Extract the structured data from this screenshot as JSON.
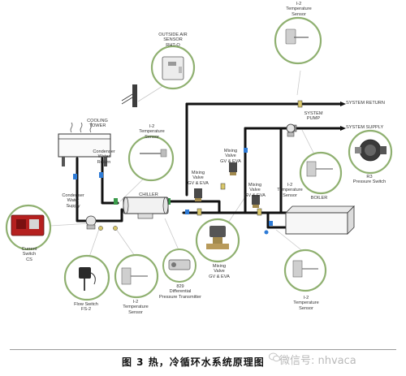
{
  "labels": {
    "top_temp": [
      "I-2",
      "Temperature",
      "Sensor"
    ],
    "outside_air": [
      "OUTSIDE AIR",
      "SENSOR",
      "RHT-O"
    ],
    "cooling_tower": [
      "COOLING",
      "TOWER"
    ],
    "condenser_return": [
      "Condenser",
      "Water",
      "Return"
    ],
    "temp_sensor_upper": [
      "I-2",
      "Temperature",
      "Sensor"
    ],
    "system_return": "SYSTEM RETURN",
    "system_pump": [
      "SYSTEM",
      "PUMP"
    ],
    "system_supply": "SYSTEM SUPPLY",
    "mixing_valve_top": [
      "Mixing",
      "Valve",
      "GV & EVA"
    ],
    "mixing_valve_left": [
      "Mixing",
      "Valve",
      "GV & EVA"
    ],
    "mixing_valve_right": [
      "Mixing",
      "Valve",
      "GV & EVA"
    ],
    "chiller": "CHILLER",
    "temp_sensor_right": [
      "I-2",
      "Temperature",
      "Sensor"
    ],
    "boiler": "BOILER",
    "pressure_switch": [
      "R3",
      "Pressure Switch"
    ],
    "condenser_supply": [
      "Condenser",
      "Water",
      "Supply"
    ],
    "current_switch": [
      "Current",
      "Switch",
      "CS"
    ],
    "flow_switch": [
      "Flow Switch",
      "FS-2"
    ],
    "temp_sensor_bottom_left": [
      "I-2",
      "Temperature",
      "Sensor"
    ],
    "diff_pressure": [
      "829",
      "Differential",
      "Pressure Transmitter"
    ],
    "mixing_valve_bottom": [
      "Mixing",
      "Valve",
      "GV & EVA"
    ],
    "temp_sensor_bottom_right": [
      "I-2",
      "Temperature",
      "Sensor"
    ]
  },
  "caption": "图 3   热，冷循环水系统原理图",
  "watermark": "微信号: nhvaca",
  "colors": {
    "pipe": "#111111",
    "accent_blue": "#2e7bd6",
    "accent_green": "#3a9a4a",
    "accent_red": "#d23a2a",
    "sensor_red": "#b5201f",
    "circle_line": "#9bb86a"
  }
}
